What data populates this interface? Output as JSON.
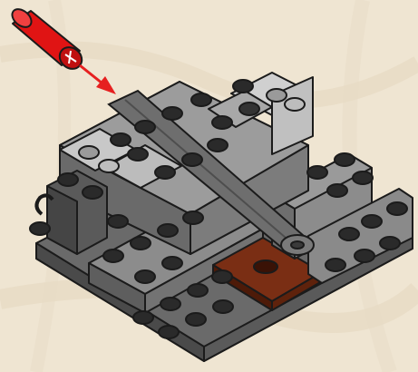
{
  "scene": {
    "type": "brick-building-instruction-step",
    "new_part": "red-axle-connector",
    "callout": "insert-arrow",
    "colors": {
      "background": "#efe5d2",
      "parchment_texture": "#e6d9c2",
      "outline": "#1b1b1b",
      "plate_dark": "#5c5c5c",
      "brick_dark": "#6b6b6b",
      "brick_mid": "#9a9a9a",
      "brick_light": "#cfcfcf",
      "tile_brown": "#7a2e14",
      "connector_red": "#e01414",
      "arrow_red": "#e62020"
    }
  }
}
